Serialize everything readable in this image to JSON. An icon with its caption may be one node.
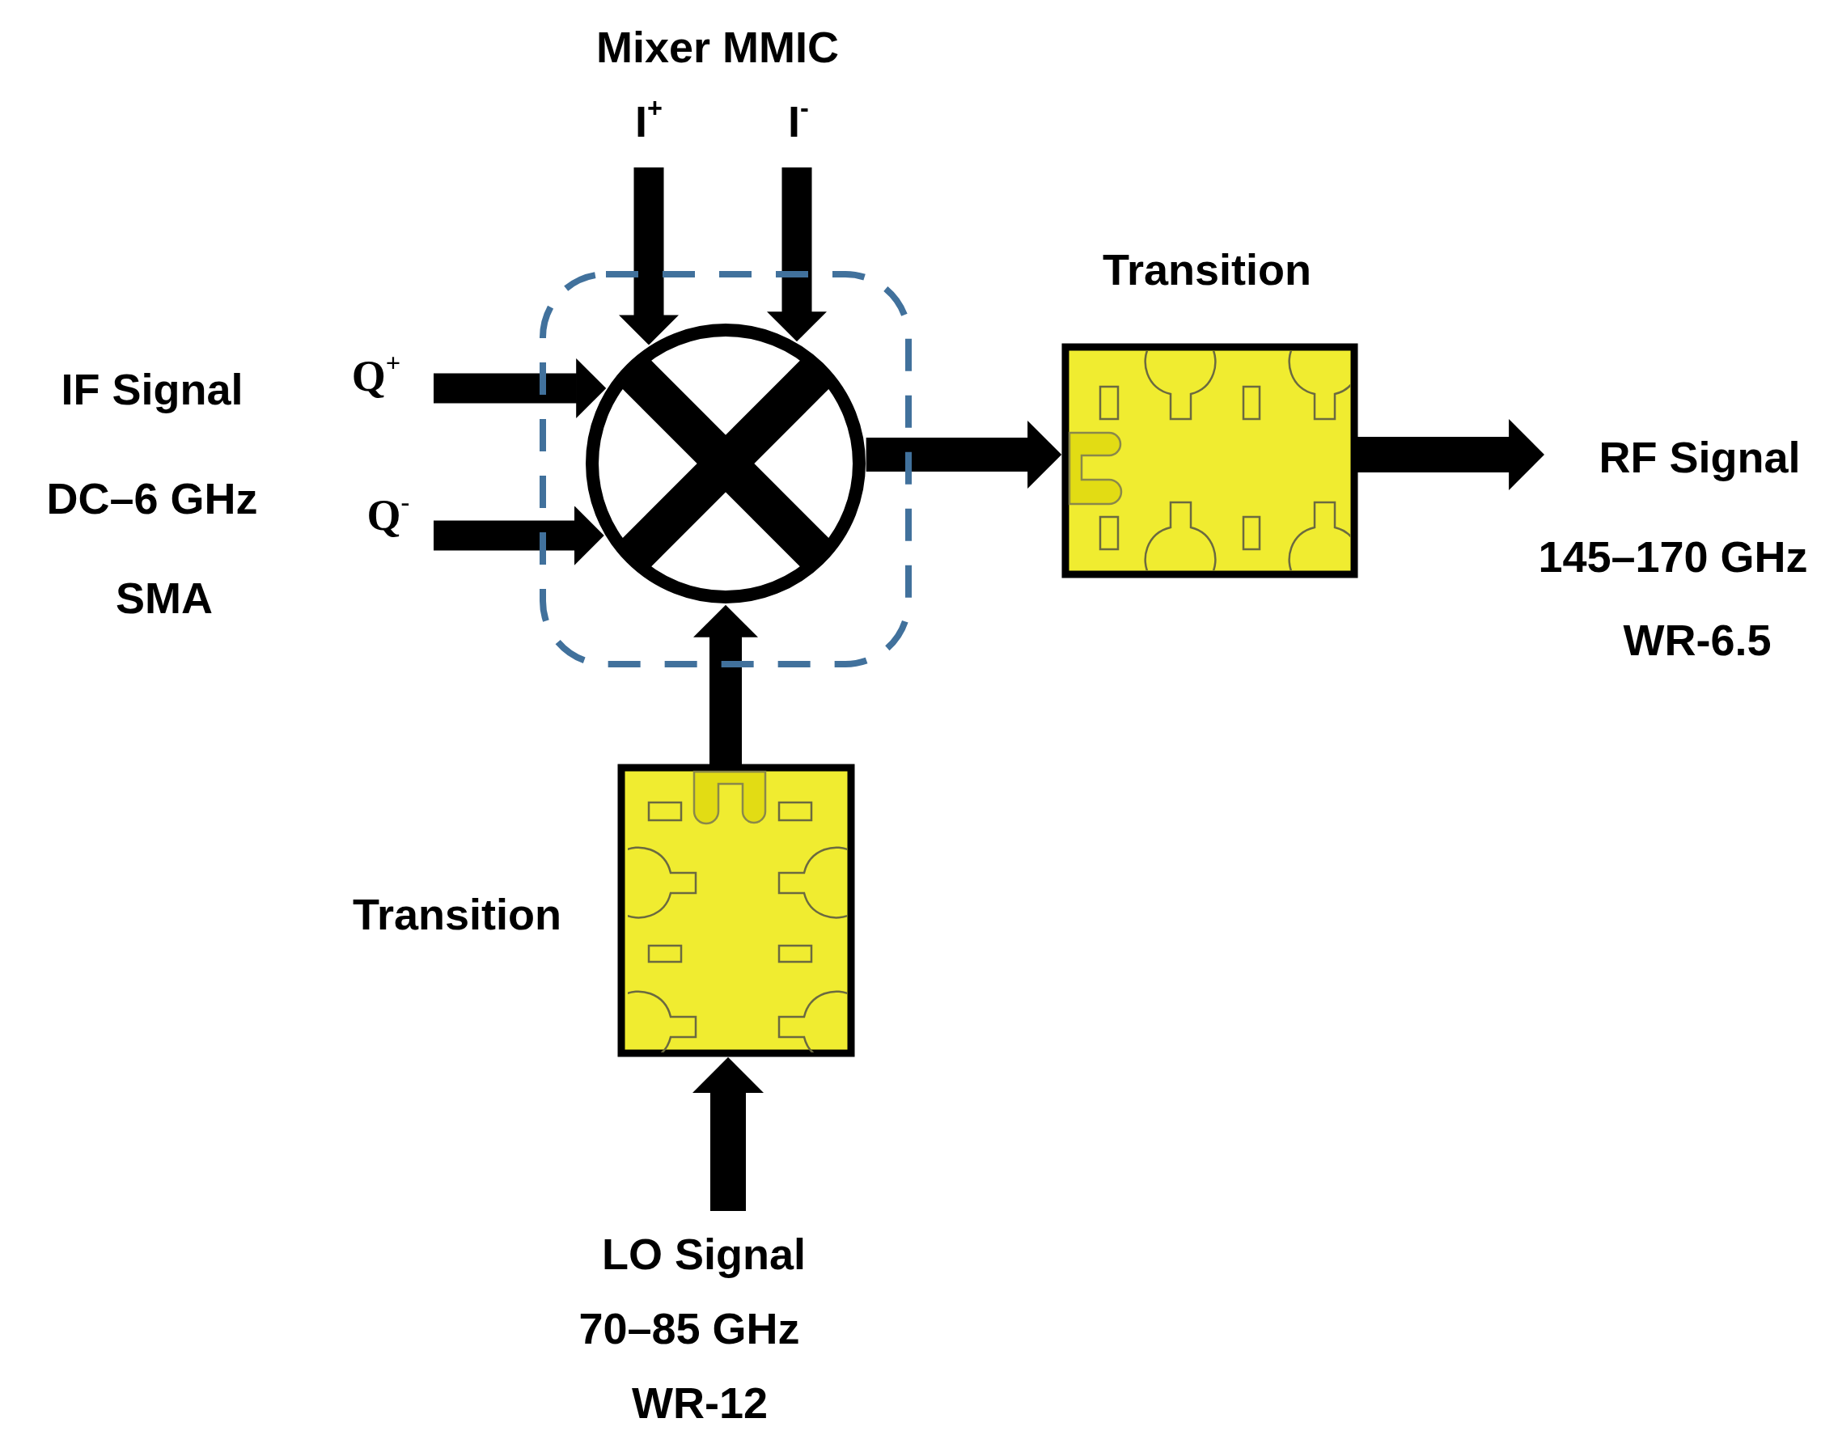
{
  "diagram": {
    "nodes": [
      {
        "text": [
          "Mixer MMIC"
        ]
      },
      {
        "text": [],
        "shape": "circle",
        "in": 0
      },
      {
        "text": [
          "I$^{+}$"
        ]
      },
      {
        "text": [
          "I$^{-}$"
        ]
      },
      {
        "text": [
          "IF Signal",
          "DC–6 GHz",
          "SMA"
        ]
      },
      {
        "text": [
          "Q$^{+}$"
        ]
      },
      {
        "text": [
          "Q$^{-}$"
        ]
      },
      {
        "text": [
          "Transition"
        ]
      },
      {
        "text": [
          "RF Signal",
          "145–170 GHz",
          "WR-6.5"
        ]
      },
      {
        "text": [
          "Transition"
        ]
      },
      {
        "text": [
          "LO Signal",
          "70–85 GHz",
          "WR-12"
        ]
      }
    ],
    "edges": [
      {
        "from": 2,
        "to": 1,
        "arrow": "to"
      },
      {
        "from": 3,
        "to": 1,
        "arrow": "to"
      },
      {
        "from": 5,
        "to": 1,
        "arrow": "to"
      },
      {
        "from": 6,
        "to": 1,
        "arrow": "to"
      },
      {
        "from": 1,
        "to": 7,
        "arrow": "to"
      },
      {
        "from": 7,
        "to": 8,
        "arrow": "to"
      },
      {
        "from": 9,
        "to": 1,
        "arrow": "to"
      },
      {
        "from": 10,
        "to": 9,
        "arrow": "to"
      }
    ]
  }
}
